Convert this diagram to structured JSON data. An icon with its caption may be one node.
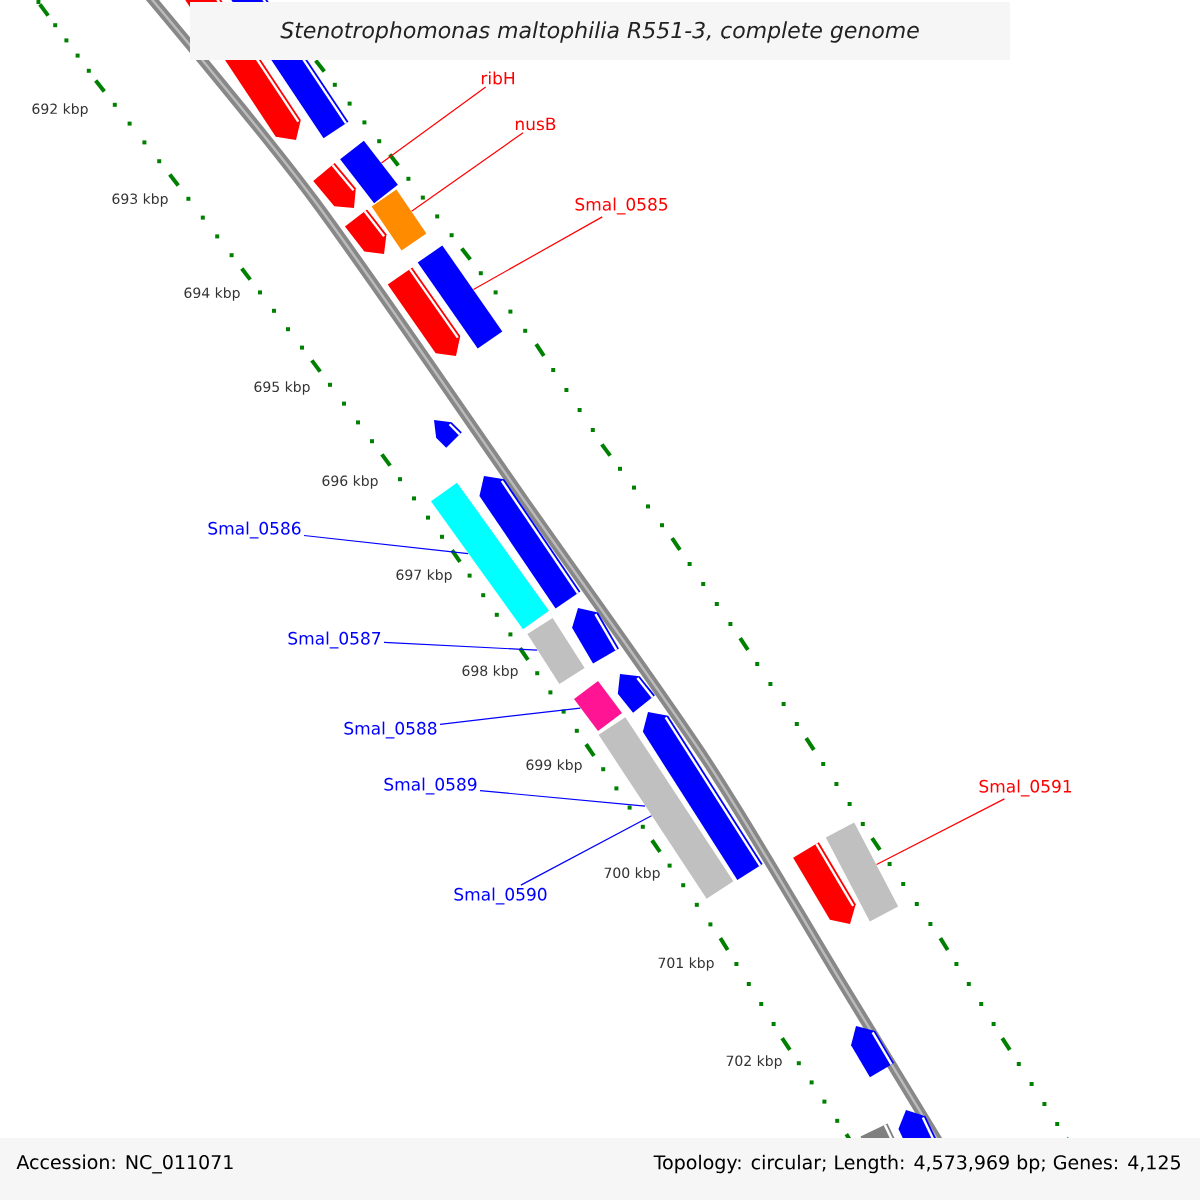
{
  "diagram": {
    "title": "Stenotrophomonas maltophilia R551-3, complete genome",
    "nodes": [
      {
        "text": [
          "ribH"
        ]
      },
      {
        "text": [],
        "shape": "bar"
      },
      {
        "text": [
          "nusB"
        ]
      },
      {
        "text": [],
        "shape": "bar"
      },
      {
        "text": [
          "Smal_0585"
        ]
      },
      {
        "text": [],
        "shape": "bar"
      },
      {
        "text": [
          "Smal_0586"
        ]
      },
      {
        "text": [],
        "shape": "bar"
      },
      {
        "text": [
          "Smal_0587"
        ]
      },
      {
        "text": [],
        "shape": "bar"
      },
      {
        "text": [
          "Smal_0588"
        ]
      },
      {
        "text": [],
        "shape": "bar"
      },
      {
        "text": [
          "Smal_0589"
        ]
      },
      {
        "text": [],
        "shape": "bar"
      },
      {
        "text": [
          "Smal_0590"
        ]
      },
      {
        "text": [
          "Smal_0591"
        ]
      },
      {
        "text": [],
        "shape": "bar"
      }
    ],
    "edges": [
      {
        "from": 0,
        "to": 1,
        "arrow": "none",
        "color": "#ff0000"
      },
      {
        "from": 2,
        "to": 3,
        "arrow": "none",
        "color": "#ff0000"
      },
      {
        "from": 4,
        "to": 5,
        "arrow": "none",
        "color": "#ff0000"
      },
      {
        "from": 6,
        "to": 7,
        "arrow": "none"
      },
      {
        "from": 8,
        "to": 9,
        "arrow": "none"
      },
      {
        "from": 10,
        "to": 11,
        "arrow": "none"
      },
      {
        "from": 12,
        "to": 13,
        "arrow": "none"
      },
      {
        "from": 14,
        "to": 13,
        "arrow": "none"
      },
      {
        "from": 15,
        "to": 16,
        "arrow": "none",
        "color": "#ff0000"
      }
    ],
    "labels": [
      "692 kbp",
      "693 kbp",
      "694 kbp",
      "695 kbp",
      "696 kbp",
      "697 kbp",
      "698 kbp",
      "699 kbp",
      "700 kbp",
      "701 kbp",
      "702 kbp",
      "Accession: NC_011071",
      "Topology: circular; Length: 4,573,969 bp; Genes: 4,125"
    ]
  }
}
